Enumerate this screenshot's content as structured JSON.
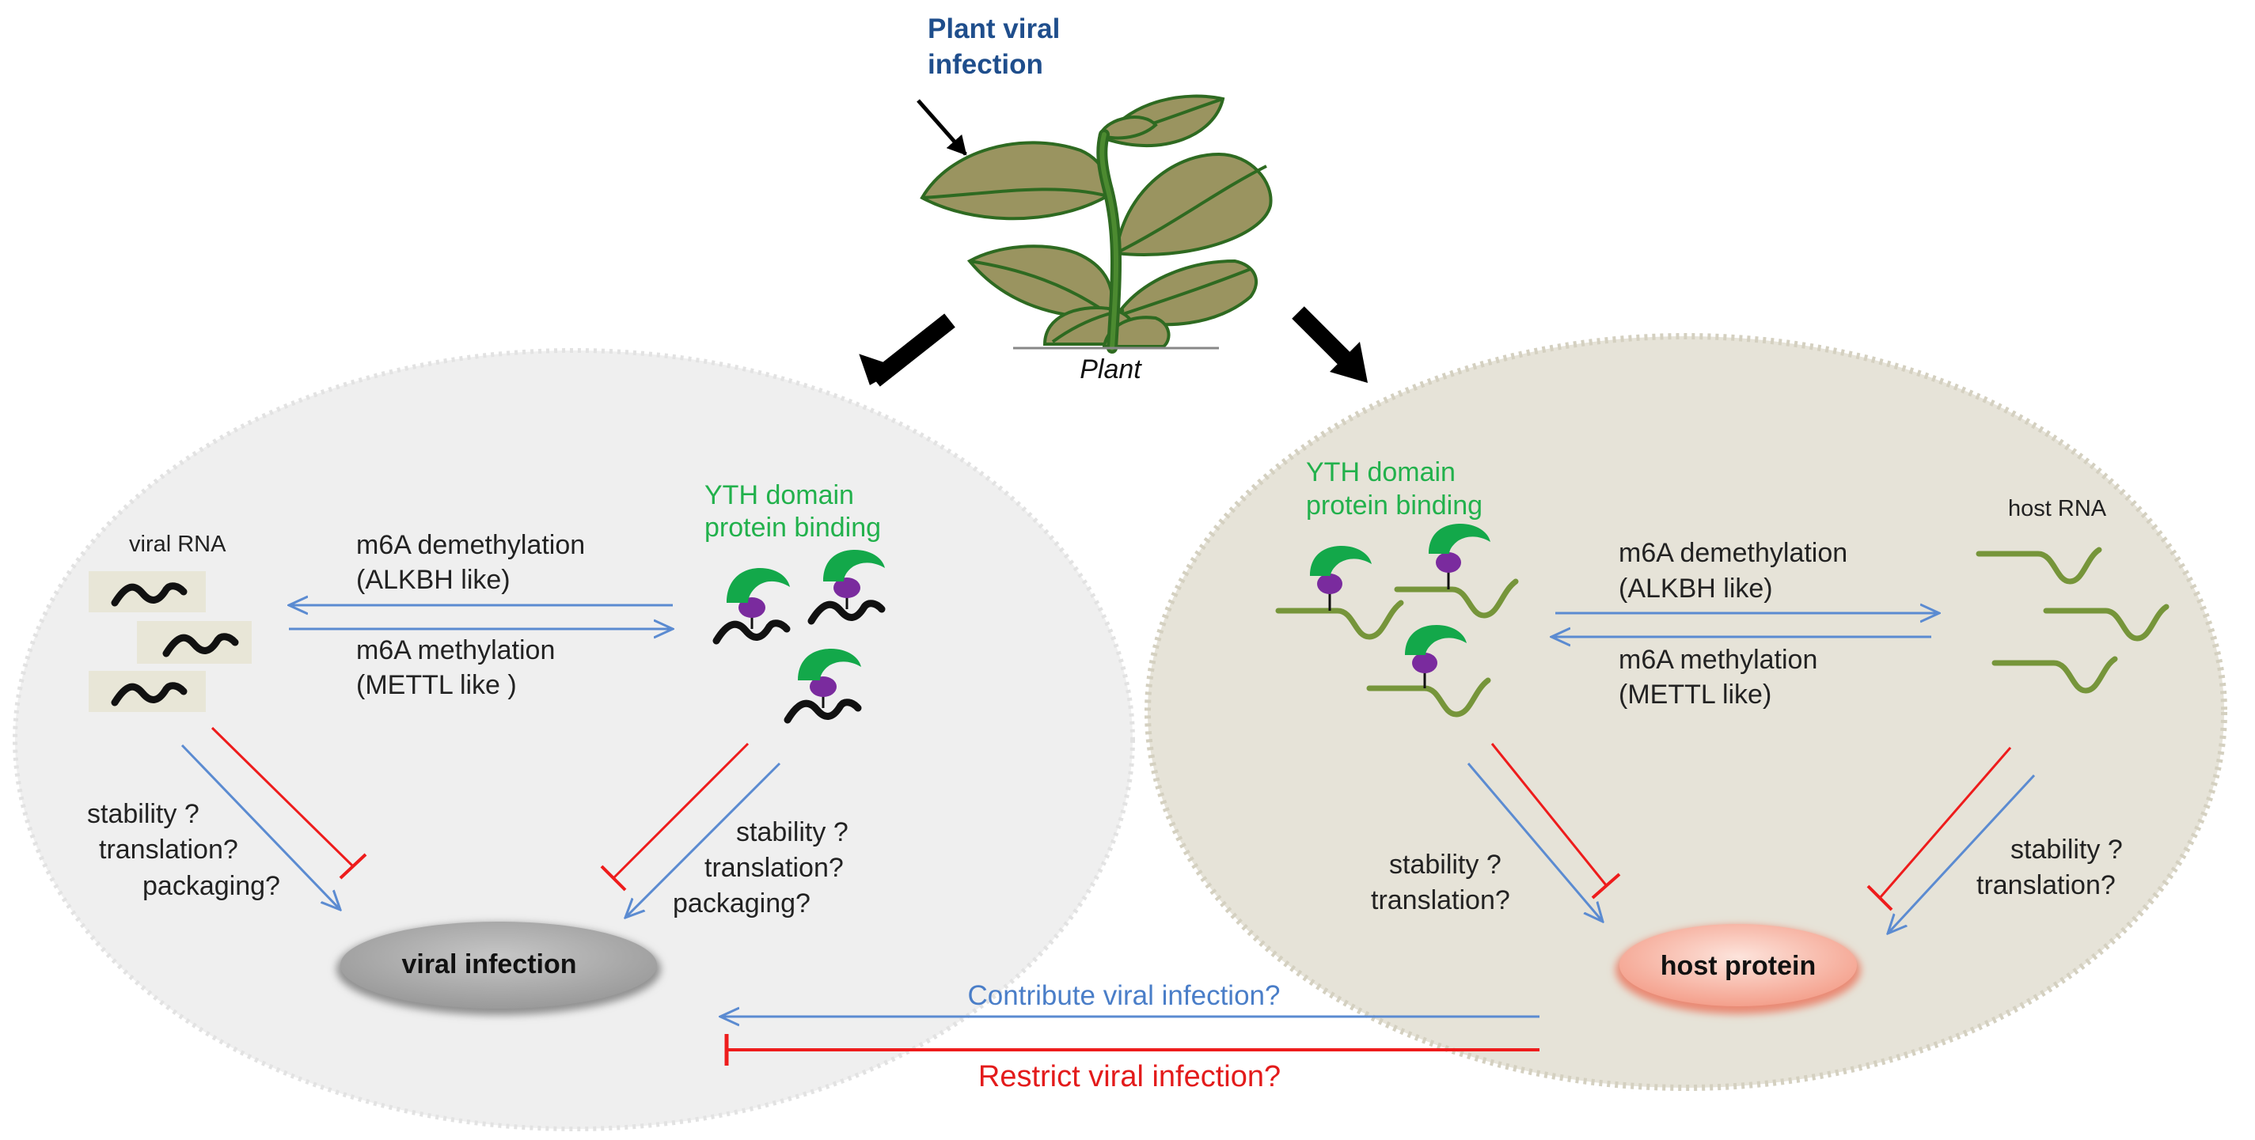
{
  "title": {
    "line1": "Plant viral",
    "line2": "infection"
  },
  "plant_label": "Plant",
  "left_panel": {
    "viral_rna_label": "viral RNA",
    "yth_label": {
      "line1": "YTH domain",
      "line2": "protein binding"
    },
    "demethylation": {
      "line1": "m6A demethylation",
      "line2": "(ALKBH like)"
    },
    "methylation": {
      "line1": "m6A methylation",
      "line2": "(METTL like )"
    },
    "effects_left": [
      "stability ?",
      "translation?",
      "packaging?"
    ],
    "effects_right": [
      "stability ?",
      "translation?",
      "packaging?"
    ],
    "result_label": "viral infection"
  },
  "right_panel": {
    "host_rna_label": "host RNA",
    "yth_label": {
      "line1": "YTH domain",
      "line2": "protein binding"
    },
    "demethylation": {
      "line1": "m6A demethylation",
      "line2": "(ALKBH like)"
    },
    "methylation": {
      "line1": "m6A methylation",
      "line2": "(METTL like)"
    },
    "effects_left": [
      "stability ?",
      "translation?"
    ],
    "effects_right": [
      "stability ?",
      "translation?"
    ],
    "result_label": "host protein"
  },
  "bottom": {
    "contribute_label": "Contribute viral infection?",
    "restrict_label": "Restrict viral infection?"
  },
  "colors": {
    "title": "#1f4e8c",
    "yth": "#22b14c",
    "blue_arrow": "#5b8bd1",
    "red_arrow": "#ee1c1c",
    "restrict_text": "#e31b1b",
    "contribute_text": "#4a7ec8",
    "left_ellipse": "#efefef",
    "right_ellipse": "#e6e3d8",
    "leaf_fill": "#9a9460",
    "leaf_stroke": "#2e6a21",
    "host_rna": "#76953a",
    "protein_green": "#13a84a",
    "protein_purple": "#7a2b9e"
  }
}
